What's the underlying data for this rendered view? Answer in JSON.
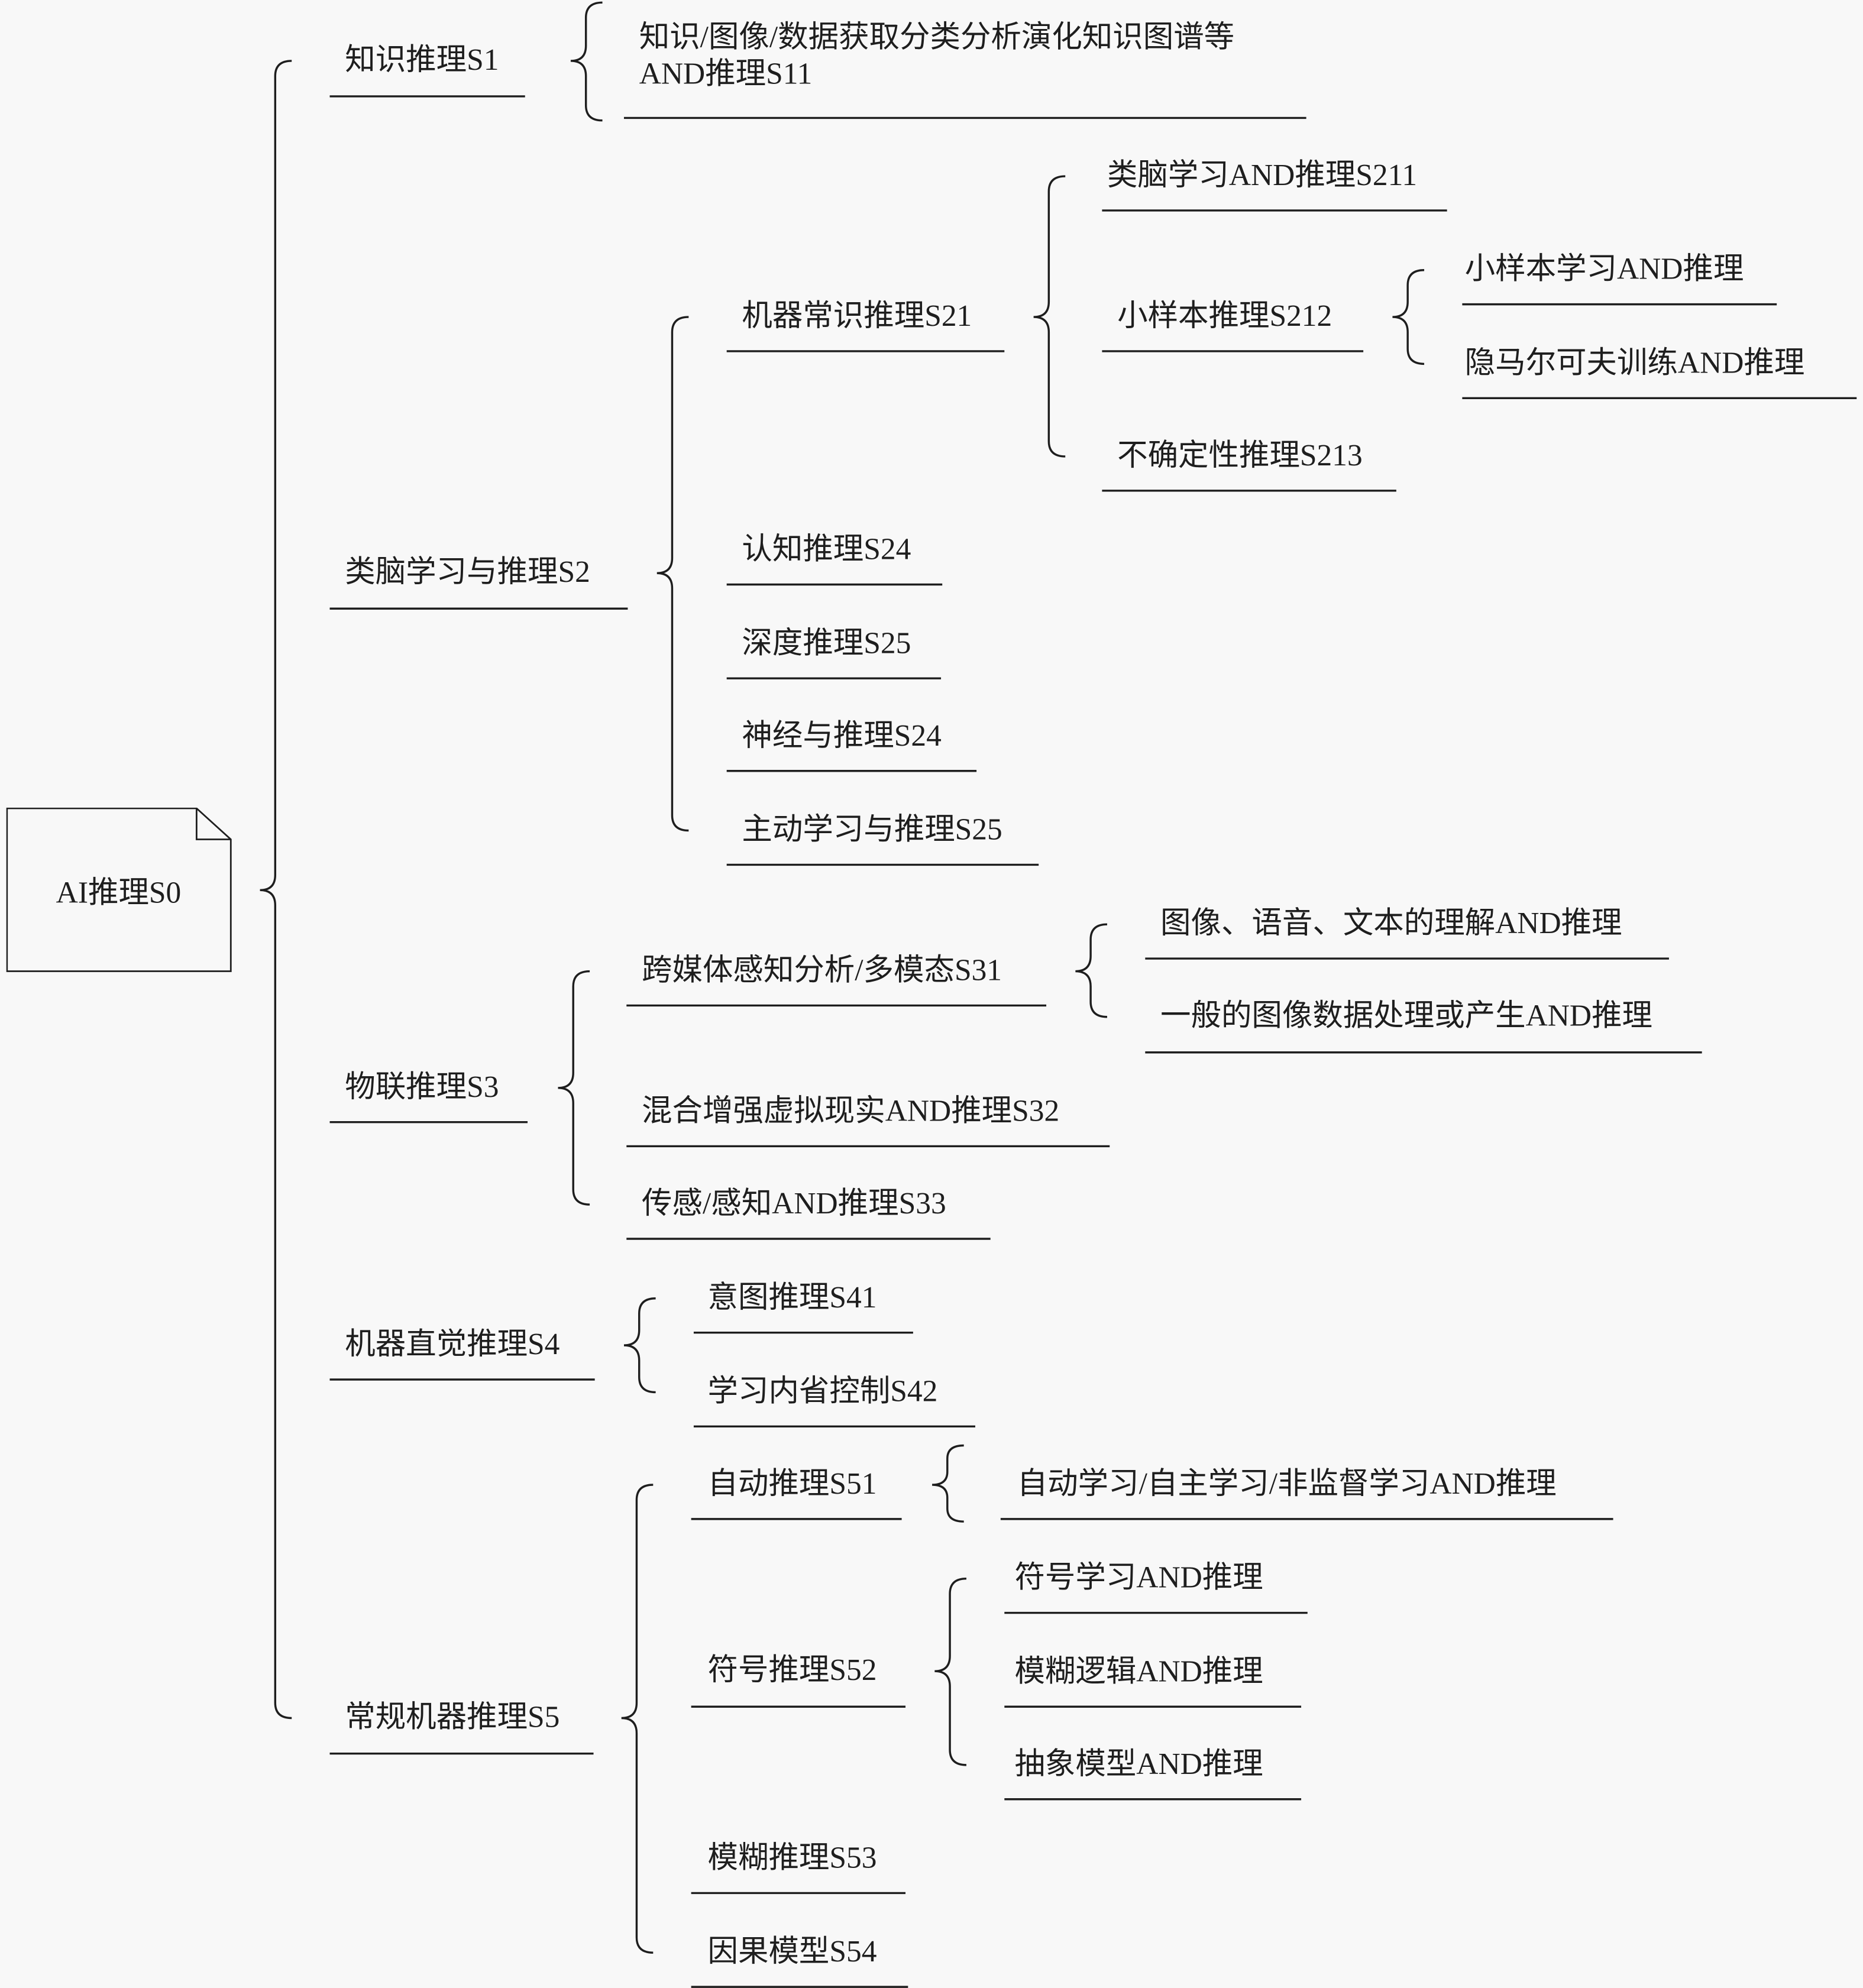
{
  "root": {
    "id": "S0",
    "label": "AI推理S0"
  },
  "nodes": {
    "S1": "知识推理S1",
    "S11_line1": "知识/图像/数据获取分类分析演化知识图谱等",
    "S11_line2": "AND推理S11",
    "S2": "类脑学习与推理S2",
    "S21": "机器常识推理S21",
    "S211": "类脑学习AND推理S211",
    "S212": "小样本推理S212",
    "S2121": "小样本学习AND推理",
    "S2122": "隐马尔可夫训练AND推理",
    "S213": "不确定性推理S213",
    "S24a": "认知推理S24",
    "S25a": "深度推理S25",
    "S24b": "神经与推理S24",
    "S25b": "主动学习与推理S25",
    "S3": "物联推理S3",
    "S31": "跨媒体感知分析/多模态S31",
    "S311": "图像、语音、文本的理解AND推理",
    "S312": "一般的图像数据处理或产生AND推理",
    "S32": "混合增强虚拟现实AND推理S32",
    "S33": "传感/感知AND推理S33",
    "S4": "机器直觉推理S4",
    "S41": "意图推理S41",
    "S42": "学习内省控制S42",
    "S5": "常规机器推理S5",
    "S51": "自动推理S51",
    "S511": "自动学习/自主学习/非监督学习AND推理",
    "S52": "符号推理S52",
    "S521": "符号学习AND推理",
    "S522": "模糊逻辑AND推理",
    "S523": "抽象模型AND推理",
    "S53": "模糊推理S53",
    "S54": "因果模型S54"
  },
  "colors": {
    "ink": "#1e1e1e",
    "background": "#f8f8f8"
  }
}
